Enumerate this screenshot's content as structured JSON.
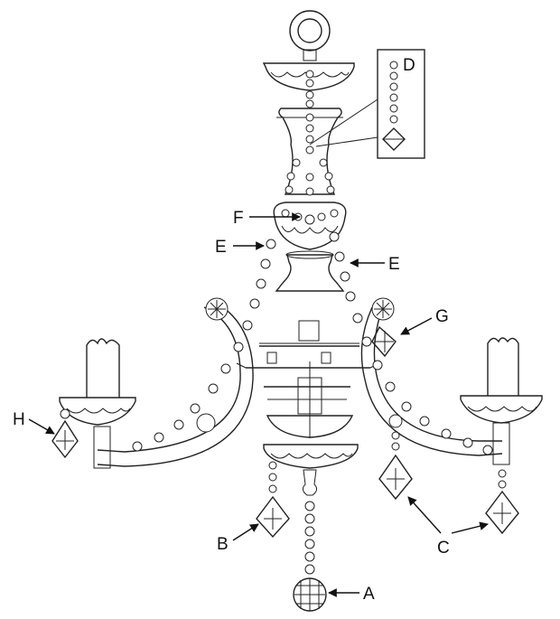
{
  "labels": {
    "A": "A",
    "B": "B",
    "C": "C",
    "D": "D",
    "E_left": "E",
    "E_right": "E",
    "F": "F",
    "G": "G",
    "H": "H"
  },
  "colors": {
    "line": "#222222",
    "background": "#ffffff"
  }
}
